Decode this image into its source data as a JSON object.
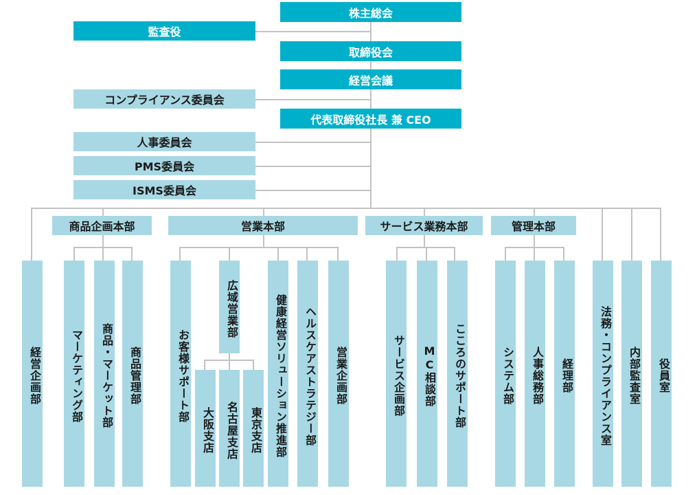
{
  "colors": {
    "dark_box": "#00b0cb",
    "light_box": "#a8d8e4",
    "connector": "#c2c2c2"
  },
  "executive": {
    "shareholders_meeting": "株主総会",
    "auditor": "監査役",
    "board_of_directors": "取締役会",
    "management_meeting": "経営会議",
    "compliance_committee": "コンプライアンス委員会",
    "ceo": "代表取締役社長 兼 CEO",
    "hr_committee": "人事委員会",
    "pms_committee": "PMS委員会",
    "isms_committee": "ISMS委員会"
  },
  "divisions": {
    "corporate_planning": "経営企画部",
    "product_planning": {
      "label": "商品企画本部",
      "children": [
        "マーケティング部",
        "商品・マーケット部",
        "商品管理部"
      ]
    },
    "sales": {
      "label": "営業本部",
      "children": [
        "お客様サポート部",
        "広域営業部",
        "健康経営ソリューション推進部",
        "ヘルスケアストラテジー部",
        "営業企画部"
      ],
      "branches": [
        "大阪支店",
        "名古屋支店",
        "東京支店"
      ]
    },
    "service_operations": {
      "label": "サービス業務本部",
      "children": [
        "サービス企画部",
        "MC相談部",
        "こころのサポート部"
      ]
    },
    "administration": {
      "label": "管理本部",
      "children": [
        "システム部",
        "人事総務部",
        "経理部"
      ]
    },
    "legal_compliance": "法務・コンプライアンス室",
    "internal_audit": "内部監査室",
    "executive_office": "役員室"
  }
}
